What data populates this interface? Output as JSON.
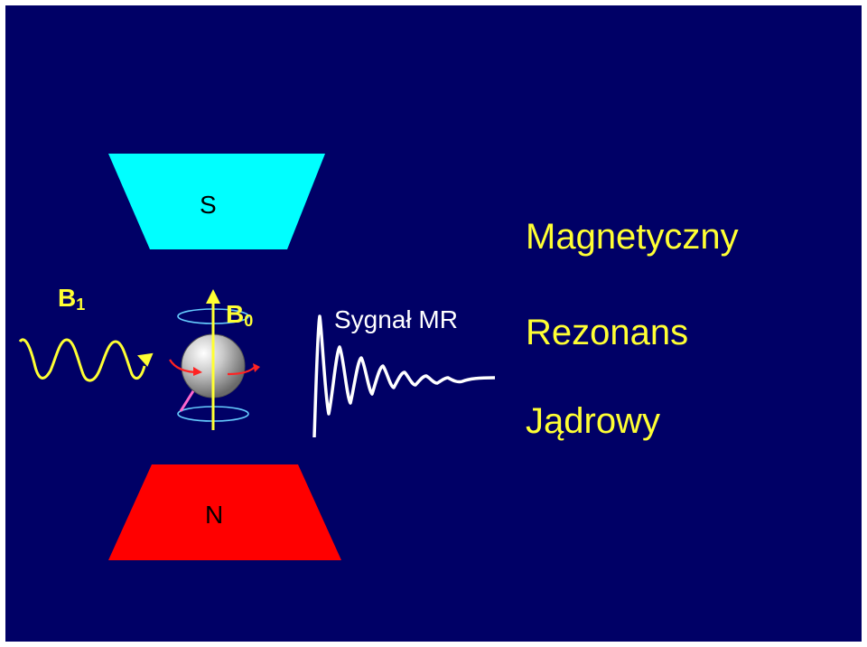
{
  "poles": {
    "top": "S",
    "bottom": "N"
  },
  "fields": {
    "rf_main": "B",
    "rf_sub": "1",
    "static_main": "B",
    "static_sub": "0"
  },
  "signal": {
    "label": "Sygnał MR"
  },
  "terms": [
    "Magnetyczny",
    "Rezonans",
    "Jądrowy"
  ],
  "colors": {
    "background": "#000066",
    "pole_s": "#00ffff",
    "pole_n": "#ff0000",
    "accent": "#ffff33",
    "signal": "#ffffff",
    "rotation_arrow": "#ff2222",
    "precession_ring": "#66ccff"
  },
  "icons": [
    "nucleus-sphere",
    "field-arrow",
    "rf-wave",
    "decay-signal"
  ]
}
